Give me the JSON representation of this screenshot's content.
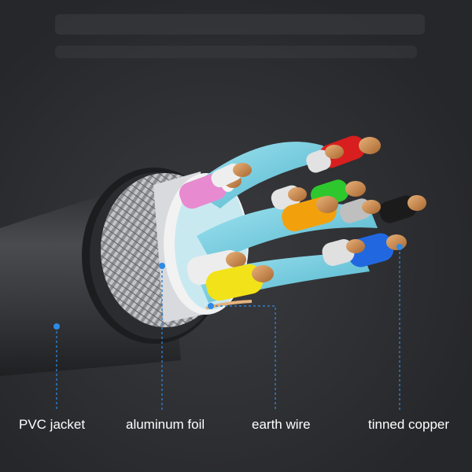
{
  "labels": {
    "pvc_jacket": "PVC jacket",
    "aluminum_foil": "aluminum foil",
    "earth_wire": "earth wire",
    "tinned_copper": "tinned copper"
  },
  "colors": {
    "background": "#2f3033",
    "jacket": "#3c3d40",
    "braid": "#a9a9a9",
    "foil_insulation": "#7fd1e3",
    "leader_line": "#2e7fd1",
    "label_text": "#ffffff"
  },
  "icons": [
    "pointer-dot-icon"
  ]
}
